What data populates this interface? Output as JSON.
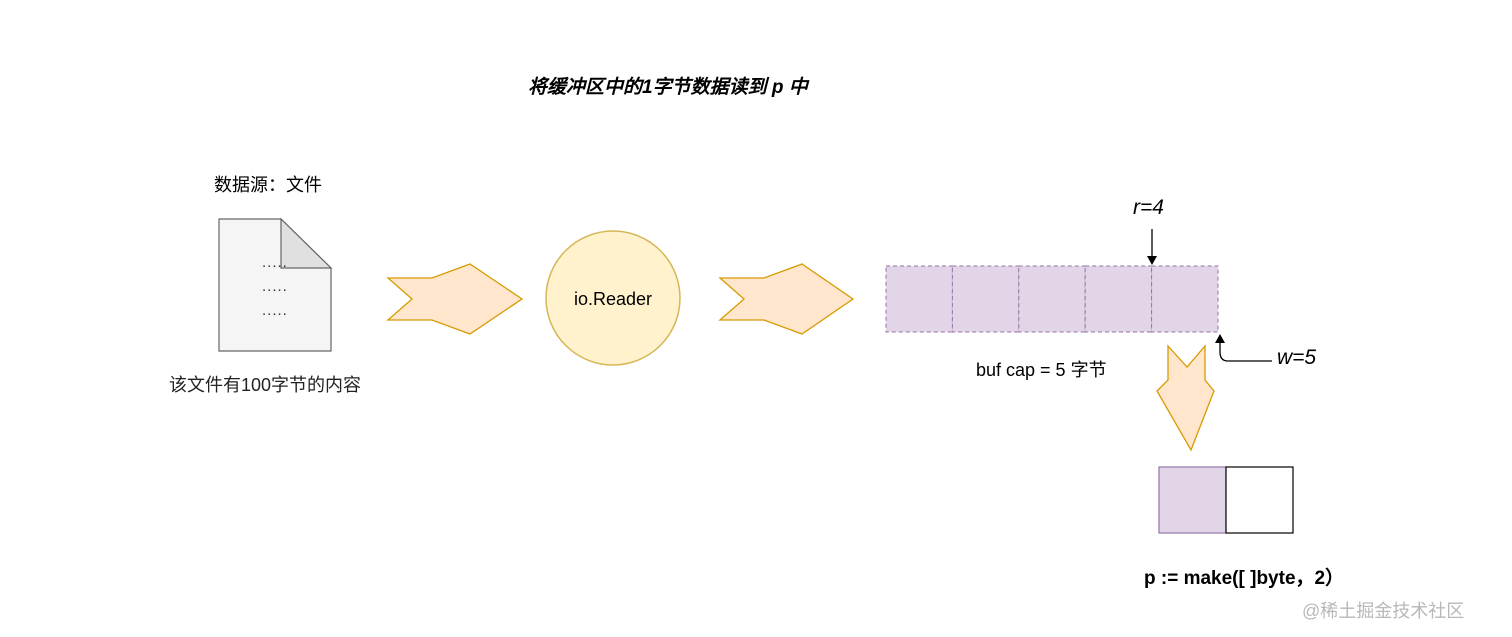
{
  "title": "将缓冲区中的1字节数据读到 p 中",
  "source": {
    "label": "数据源：文件",
    "file_caption": "该文件有100字节的内容",
    "file_lines": [
      ".....",
      ".....",
      "....."
    ]
  },
  "reader": {
    "label": "io.Reader"
  },
  "buffer": {
    "caption": "buf cap = 5 字节",
    "cells": 5,
    "r_label": "r=4",
    "w_label": "w=5"
  },
  "target": {
    "caption": "p := make([ ]byte，2）",
    "cells": 2,
    "filled": 1
  },
  "watermark": "@稀土掘金技术社区",
  "colors": {
    "arrow_fill": "#ffe6cc",
    "arrow_stroke": "#d79b00",
    "circle_fill": "#fff2cc",
    "circle_stroke": "#d6b656",
    "buffer_fill": "#e1d5e7",
    "buffer_stroke": "#9673a6",
    "file_fill": "#f5f5f5",
    "file_stroke": "#666666"
  }
}
